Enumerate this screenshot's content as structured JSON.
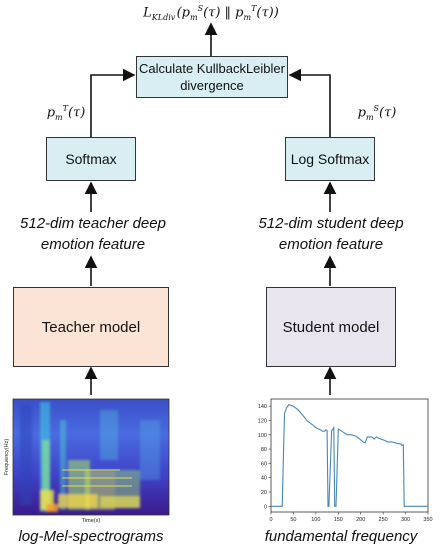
{
  "top_output": {
    "html": "L<sub style='font-size:8px'>KLdiv</sub>&#8202;(p<sub style='font-size:8px'>m</sub><sup style='font-size:8px'>S</sup>(&tau;) &#8214; p<sub style='font-size:8px'>m</sub><sup style='font-size:8px'>T</sup>(&tau;))"
  },
  "kl_box": {
    "line1": "Calculate KullbackLeibler",
    "line2": "divergence"
  },
  "left": {
    "prob_html": "p<sub style='font-size:8px'>m</sub><sup style='font-size:8px'>T</sup>(&tau;)",
    "softmax": "Softmax",
    "feature_line1": "512-dim teacher deep",
    "feature_line2": "emotion feature",
    "model": "Teacher model",
    "input_caption": "log-Mel-spectrograms",
    "spec_ylabel": "Frequency(Hz)",
    "spec_xlabel": "Time(s)"
  },
  "right": {
    "prob_html": "p<sub style='font-size:8px'>m</sub><sup style='font-size:8px'>S</sup>(&tau;)",
    "softmax": "Log Softmax",
    "feature_line1": "512-dim student deep",
    "feature_line2": "emotion feature",
    "model": "Student model",
    "input_caption": "fundamental frequency"
  },
  "chart_data": {
    "type": "line",
    "x": [
      0,
      5,
      8,
      12,
      18,
      25,
      30,
      35,
      40,
      50,
      60,
      70,
      80,
      90,
      100,
      110,
      115,
      120,
      122,
      125,
      127,
      129,
      135,
      140,
      142,
      145,
      150,
      160,
      170,
      180,
      190,
      200,
      205,
      210,
      215,
      225,
      230,
      235,
      240,
      250,
      260,
      270,
      280,
      290,
      292,
      295,
      297,
      300,
      320,
      350
    ],
    "y": [
      0,
      0,
      0,
      0,
      0,
      0,
      130,
      138,
      142,
      140,
      135,
      128,
      120,
      115,
      110,
      107,
      105,
      105,
      107,
      106,
      0,
      0,
      105,
      110,
      0,
      0,
      108,
      104,
      100,
      100,
      98,
      93,
      90,
      89,
      97,
      97,
      94,
      97,
      95,
      93,
      90,
      90,
      88,
      87,
      85,
      86,
      0,
      0,
      0,
      0
    ],
    "xlim": [
      0,
      350
    ],
    "ylim": [
      -8,
      150
    ],
    "xticks": [
      0,
      50,
      100,
      150,
      200,
      250,
      300,
      350
    ],
    "yticks": [
      0,
      20,
      40,
      60,
      80,
      100,
      120,
      140
    ],
    "color": "#4a86b8"
  }
}
